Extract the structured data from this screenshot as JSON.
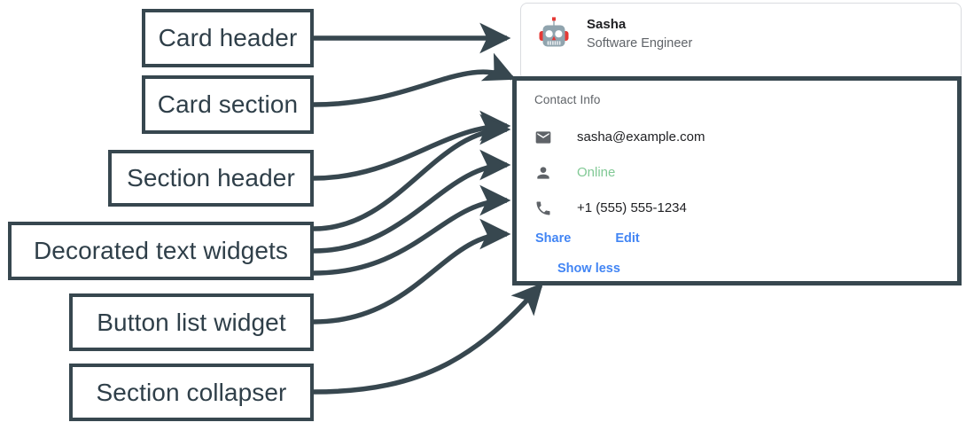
{
  "annotations": [
    {
      "key": "card-header",
      "label": "Card header"
    },
    {
      "key": "card-section",
      "label": "Card section"
    },
    {
      "key": "section-header",
      "label": "Section header"
    },
    {
      "key": "decorated-text",
      "label": "Decorated text widgets"
    },
    {
      "key": "button-list",
      "label": "Button list widget"
    },
    {
      "key": "collapser",
      "label": "Section collapser"
    }
  ],
  "card": {
    "header": {
      "avatar_icon": "robot-avatar-icon",
      "name": "Sasha",
      "subtitle": "Software Engineer"
    },
    "section": {
      "title": "Contact Info",
      "rows": [
        {
          "icon": "email-icon",
          "value": "sasha@example.com",
          "status": false
        },
        {
          "icon": "person-icon",
          "value": "Online",
          "status": true
        },
        {
          "icon": "phone-icon",
          "value": "+1 (555) 555-1234",
          "status": false
        }
      ],
      "buttons": [
        {
          "label": "Share"
        },
        {
          "label": "Edit"
        }
      ],
      "collapser": {
        "label": "Show less"
      }
    }
  },
  "colors": {
    "annotation": "#37474f",
    "card_border": "#dadce0",
    "link": "#4285f4",
    "status_online": "#81c995",
    "muted_text": "#5f6368",
    "primary_text": "#202124"
  }
}
